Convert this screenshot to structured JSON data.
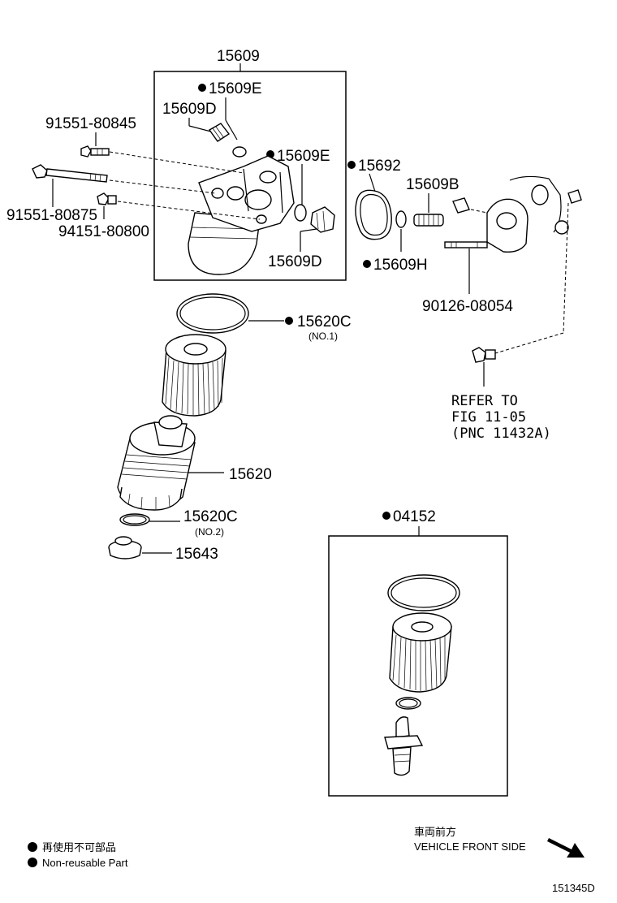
{
  "labels": {
    "p15609": "15609",
    "p15609E_top": "15609E",
    "p15609D_top": "15609D",
    "p15609E_mid": "15609E",
    "p15609D_bot": "15609D",
    "p91551_80845": "91551-80845",
    "p91551_80875": "91551-80875",
    "p94151_80800": "94151-80800",
    "p15692": "15692",
    "p15609B": "15609B",
    "p15609H": "15609H",
    "p90126_08054": "90126-08054",
    "p15620C_1": "15620C",
    "p15620C_1_sub": "(NO.1)",
    "p15620": "15620",
    "p15620C_2": "15620C",
    "p15620C_2_sub": "(NO.2)",
    "p15643": "15643",
    "p04152": "04152"
  },
  "refer": {
    "line1": "REFER TO",
    "line2": "FIG 11-05",
    "line3": "(PNC 11432A)"
  },
  "legend": {
    "jp": "再使用不可部品",
    "en": "Non-reusable Part"
  },
  "direction": {
    "jp": "車両前方",
    "en": "VEHICLE FRONT SIDE"
  },
  "figure_id": "151345D"
}
